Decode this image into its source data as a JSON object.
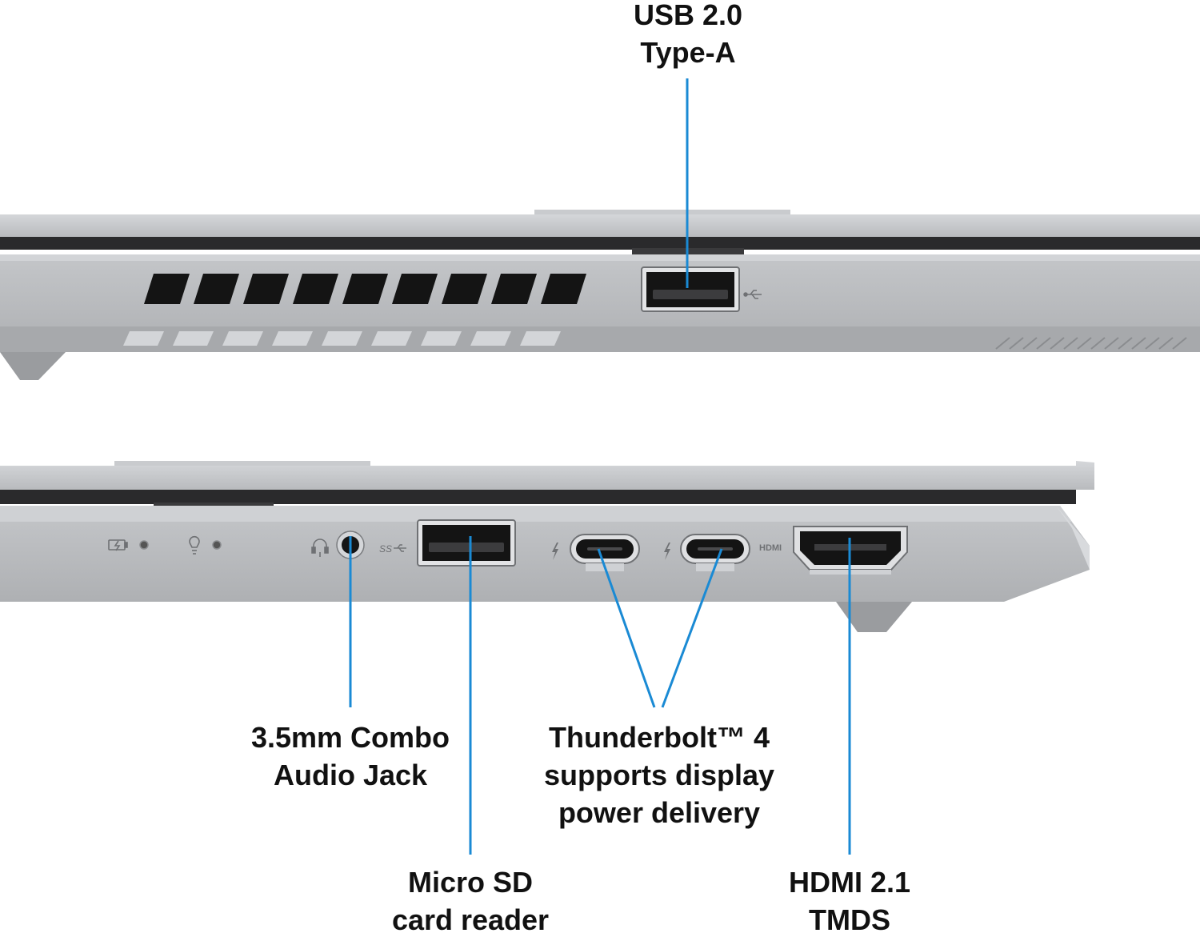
{
  "callouts": {
    "usb_a": {
      "lines": [
        "USB 2.0",
        "Type-A"
      ]
    },
    "audio": {
      "lines": [
        "3.5mm Combo",
        "Audio Jack"
      ]
    },
    "microsd": {
      "lines": [
        "Micro SD",
        "card reader"
      ]
    },
    "thunderbolt": {
      "lines": [
        "Thunderbolt™ 4",
        "supports display",
        "power delivery"
      ]
    },
    "hdmi": {
      "lines": [
        "HDMI 2.1",
        "TMDS"
      ]
    }
  },
  "port_markings": {
    "hdmi": "HDMI",
    "usb3": "SS"
  },
  "icons": [
    "battery-charge-icon",
    "power-light-icon",
    "headset-icon",
    "usb-icon",
    "usb-ss-icon",
    "thunderbolt-icon",
    "hdmi-icon"
  ],
  "colors": {
    "callout_line": "#1a8ad4",
    "chassis": "#b8babd",
    "chassis_dark": "#9a9c9f",
    "port_black": "#141414",
    "text": "#111111"
  }
}
